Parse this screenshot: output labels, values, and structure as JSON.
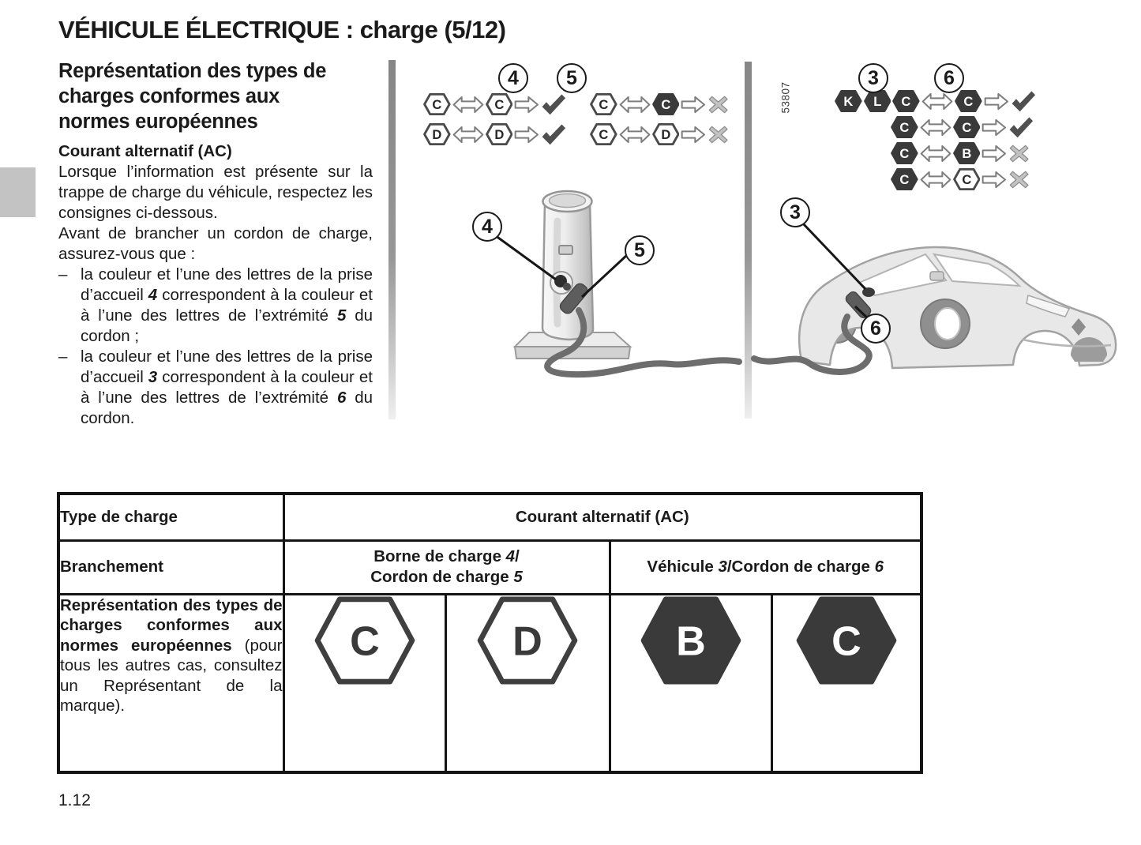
{
  "page": {
    "title": "VÉHICULE ÉLECTRIQUE : charge (5/12)",
    "page_number": "1.12",
    "figure_ref": "53807"
  },
  "colors": {
    "hex_solid": "#3a3a3a",
    "hex_outline_stroke": "#4a4a4a",
    "hex_outline_letter": "#262626",
    "arrow_stroke": "#7d7d7d",
    "check": "#4f4f4f",
    "cross_fill": "#c2c2c2",
    "cross_stroke": "#8a8a8a"
  },
  "left_column": {
    "heading": "Représentation des types de charges conformes aux normes européennes",
    "subheading": "Courant alternatif (AC)",
    "para1": "Lorsque l’information est présente sur la trappe de charge du véhicule, respectez les consignes ci-dessous.",
    "para2": "Avant de brancher un cordon de charge, assurez-vous que :",
    "bullet_dash": "–",
    "bullets": [
      [
        {
          "text": "la couleur et l’une des lettres de la prise d’accueil "
        },
        {
          "text": "4",
          "em": true
        },
        {
          "text": " correspondent à la couleur et à l’une des lettres de l’extrémité "
        },
        {
          "text": "5",
          "em": true
        },
        {
          "text": " du cordon ;"
        }
      ],
      [
        {
          "text": "la couleur et l’une des lettres de la prise d’accueil "
        },
        {
          "text": "3",
          "em": true
        },
        {
          "text": " correspondent à la couleur et à l’une des lettres de l’extrémité "
        },
        {
          "text": "6",
          "em": true
        },
        {
          "text": " du cordon."
        }
      ]
    ]
  },
  "callouts": {
    "station_top": [
      "4",
      "5"
    ],
    "station_fig": [
      "4",
      "5"
    ],
    "car_top": [
      "3",
      "6"
    ],
    "car_fig": [
      "3",
      "6"
    ]
  },
  "symbols": {
    "station_match": [
      [
        "hex:C",
        "arr2",
        "hex:C",
        "arr1",
        "ok"
      ],
      [
        "hex:D",
        "arr2",
        "hex:D",
        "arr1",
        "ok"
      ]
    ],
    "station_mismatch": [
      [
        "hex:C",
        "arr2",
        "hexS:C",
        "arr1",
        "no"
      ],
      [
        "hex:C",
        "arr2",
        "hex:D",
        "arr1",
        "no"
      ]
    ],
    "car_rows": [
      [
        "hexS:K",
        "hexS:L",
        "hexS:C",
        "arr2",
        "hexS:C",
        "arr1",
        "ok"
      ],
      [
        "hexS:C",
        "arr2",
        "hexS:C",
        "arr1",
        "ok"
      ],
      [
        "hexS:C",
        "arr2",
        "hexS:B",
        "arr1",
        "no"
      ],
      [
        "hexS:C",
        "arr2",
        "hex:C",
        "arr1",
        "no"
      ]
    ]
  },
  "table": {
    "type_label": "Type de charge",
    "type_value": "Courant alternatif (AC)",
    "branch_label": "Branchement",
    "borne_line1": [
      {
        "text": "Borne de charge "
      },
      {
        "text": "4",
        "em": true
      },
      {
        "text": "/"
      }
    ],
    "borne_line2": [
      {
        "text": "Cordon de charge "
      },
      {
        "text": "5",
        "em": true
      }
    ],
    "vehicule": [
      {
        "text": "Véhicule "
      },
      {
        "text": "3",
        "em": true
      },
      {
        "text": "/Cordon de charge "
      },
      {
        "text": "6",
        "em": true
      }
    ],
    "description": [
      {
        "text": "Représentation des types de charges conformes aux normes européennes",
        "strong": true
      },
      {
        "text": " (pour tous les autres cas, consultez un Représentant de la marque)."
      }
    ],
    "badges": [
      {
        "letter": "C",
        "variant": "outline"
      },
      {
        "letter": "D",
        "variant": "outline"
      },
      {
        "letter": "B",
        "variant": "solid"
      },
      {
        "letter": "C",
        "variant": "solid"
      }
    ]
  }
}
